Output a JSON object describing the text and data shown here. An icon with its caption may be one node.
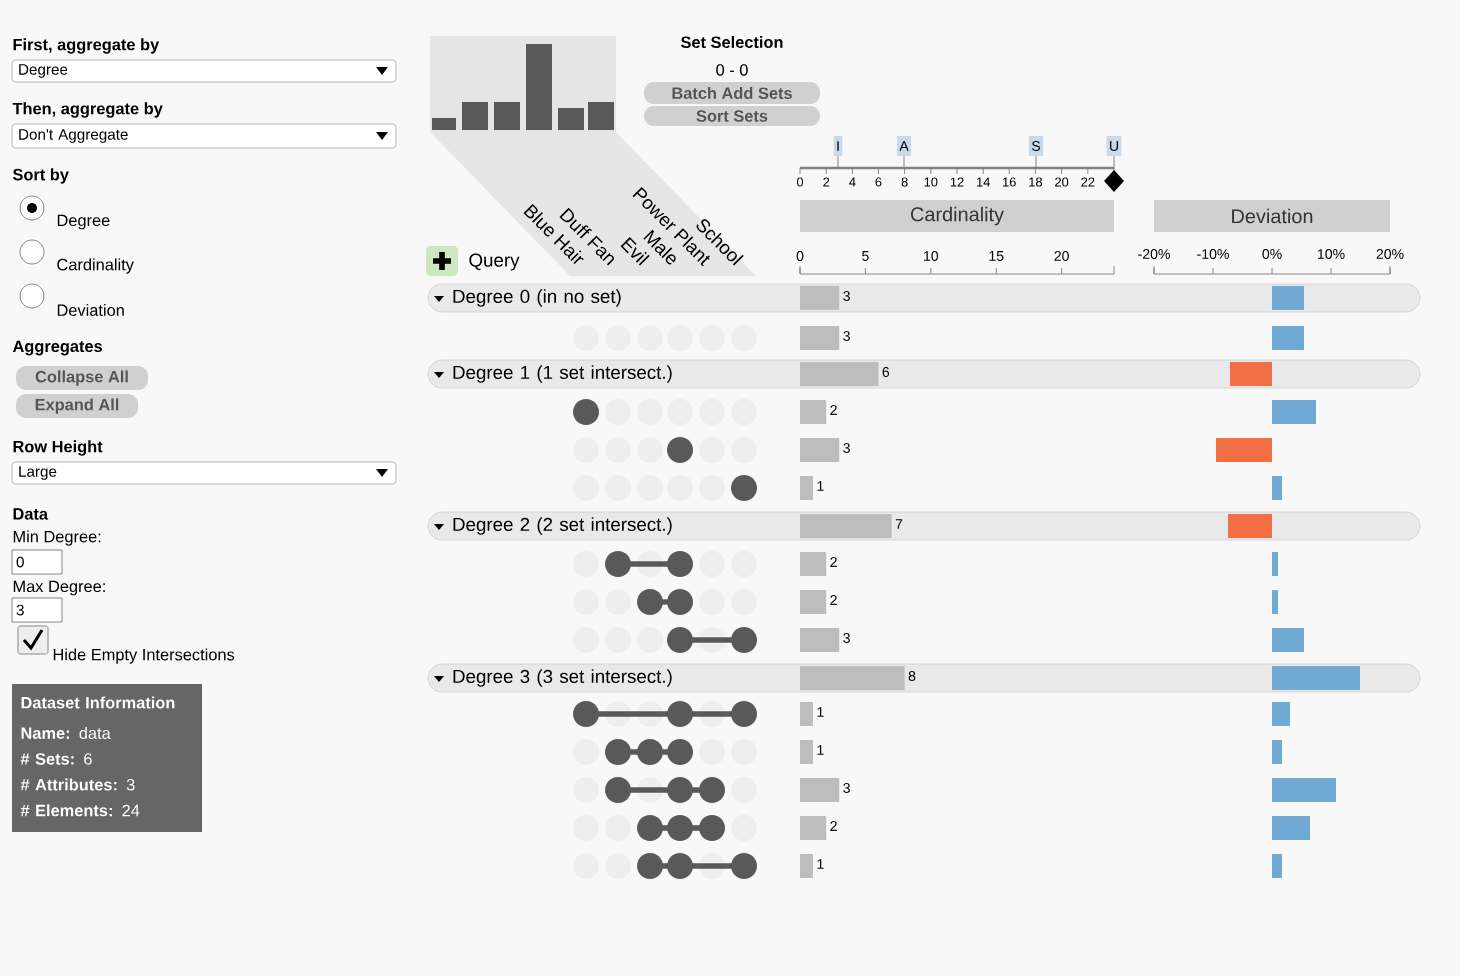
{
  "diagram": {
    "nodes": [
      {
        "text": [
          "Degree"
        ]
      },
      {
        "text": [
          "Don't Aggregate"
        ]
      },
      {
        "text": [
          "Collapse All"
        ]
      },
      {
        "text": [
          "Expand All"
        ]
      },
      {
        "text": [
          "Large"
        ]
      },
      {
        "text": [
          "0"
        ]
      },
      {
        "text": [
          "3"
        ]
      },
      {
        "text": [
          "Dataset Information",
          "**Name:** data",
          "**# Sets:** 6",
          "**# Attributes:** 3",
          "**# Elements:** 24"
        ]
      },
      {
        "text": [
          "Batch Add Sets"
        ]
      },
      {
        "text": [
          "Sort Sets"
        ]
      },
      {
        "text": [
          "Cardinality"
        ]
      },
      {
        "text": [
          "Deviation"
        ]
      },
      {
        "text": [
          "Degree 0 (in no set)"
        ]
      },
      {
        "text": [
          "Degree 1 (1 set intersect.)"
        ]
      },
      {
        "text": [
          "Degree 2 (2 set intersect.)"
        ]
      },
      {
        "text": [
          "Degree 3 (3 set intersect.)"
        ]
      }
    ],
    "labels": [
      "First, aggregate by",
      "Then, aggregate by",
      "Sort by",
      "Degree",
      "Cardinality",
      "Deviation",
      "Aggregates",
      "Row Height",
      "Data",
      "Min Degree:",
      "Max Degree:",
      "Hide Empty Intersections",
      "Set Selection",
      "0 - 0",
      "I",
      "A",
      "S",
      "U",
      "0",
      "2",
      "4",
      "6",
      "8",
      "10",
      "12",
      "14",
      "16",
      "18",
      "20",
      "22",
      "Blue Hair",
      "Duff Fan",
      "Evil",
      "Male",
      "Power Plant",
      "School",
      "Query",
      "0",
      "5",
      "10",
      "15",
      "20",
      "-20%",
      "-10%",
      "0%",
      "10%",
      "20%",
      "3",
      "3",
      "6",
      "2",
      "3",
      "1",
      "7",
      "2",
      "2",
      "3",
      "8",
      "1",
      "1",
      "3",
      "2",
      "1"
    ]
  }
}
